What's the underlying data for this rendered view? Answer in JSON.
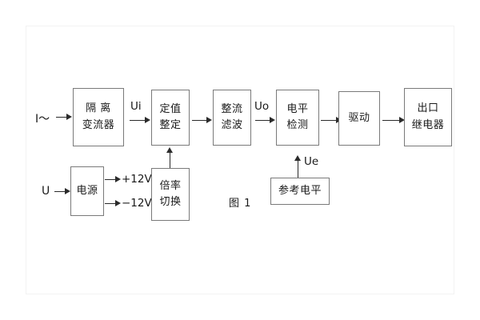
{
  "figure": {
    "caption": "图 1",
    "colors": {
      "line": "#2b2b2b",
      "box_border": "#7a7a7a",
      "background": "#ffffff",
      "text": "#1a1a1a"
    }
  },
  "blocks": {
    "isolation": {
      "line1": "隔 离",
      "line2": "变流器"
    },
    "setting": {
      "line1": "定值",
      "line2": "整定"
    },
    "rectifier": {
      "line1": "整流",
      "line2": "滤波"
    },
    "level_detect": {
      "line1": "电平",
      "line2": "检测"
    },
    "driver": {
      "line1": "驱动"
    },
    "output_relay": {
      "line1": "出口",
      "line2": "继电器"
    },
    "power_supply": {
      "line1": "电源"
    },
    "multiplier": {
      "line1": "倍率",
      "line2": "切换"
    },
    "reference_level": {
      "line1": "参考电平"
    }
  },
  "signals": {
    "current_input": "I～",
    "voltage_input": "U",
    "ui": "Ui",
    "uo": "Uo",
    "ue": "Ue",
    "rail_positive": "+12V",
    "rail_negative": "−12V"
  }
}
